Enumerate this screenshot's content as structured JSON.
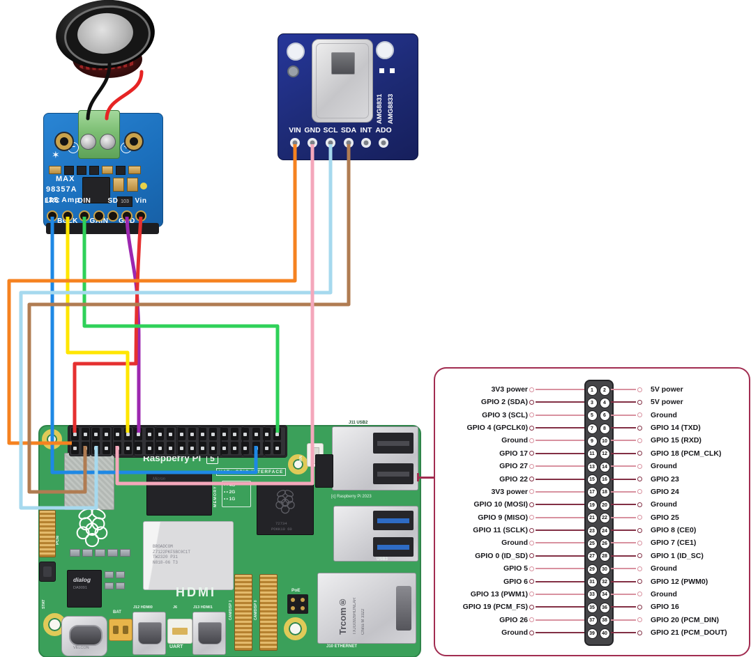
{
  "amp": {
    "title_lines": [
      "MAX",
      "98357A",
      "I2S Amp"
    ],
    "pins": [
      "LRC",
      "BCLK",
      "DIN",
      "GAIN",
      "SD",
      "GND",
      "Vin"
    ],
    "minus": "−",
    "plus": "+",
    "logo_star": "✶",
    "smd_code": "103",
    "board_color": "#1b6fbc"
  },
  "amg": {
    "chip_labels": [
      "AMG8831",
      "AMG8833"
    ],
    "pins": [
      "VIN",
      "GND",
      "SCL",
      "SDA",
      "INT",
      "ADO"
    ],
    "board_color": "#1d2a74"
  },
  "pi": {
    "title": "Raspberry Pi",
    "version": "5",
    "hat_label": "HAT+ GPIO INTERFACE",
    "memory_label": "MEMORY",
    "memory_options": [
      "4G",
      "2G",
      "1G"
    ],
    "soc_lines": [
      "BROADCOM",
      "Z7122PKFSBC0C1T",
      "TW2320 P31",
      "N818-06 T3"
    ],
    "pmic_brand": "dialog",
    "pmic_part": "DA9091",
    "ram_brand": "Micron",
    "rp1_lines": [
      "72734",
      "POKK10 60"
    ],
    "copyright": "[c] Raspberry Pi 2023",
    "hdmi_logo": "HDMI",
    "eth_jack_lines": [
      "Trcom®",
      "TXJG0926HDNLAR",
      "China M 3322"
    ],
    "usbc_brand": "VELCON",
    "silk": {
      "usb2": "J11   USB2",
      "usb3": "USB3",
      "fan": "FAN",
      "pcie": "PCIe",
      "stat": "STAT",
      "bat": "BAT",
      "hdmi0": "J12  HDMI0",
      "j6": "J6",
      "uart": "UART",
      "hdmi1": "J13  HDMI1",
      "poe": "PoE",
      "eth": "J10      ETHERNET",
      "cam1": "CAM/DISP 1",
      "cam0": "CAM/DISP 0"
    },
    "board_color": "#3ba05a"
  },
  "pinout": {
    "accent": "#a12c50",
    "line_light": "#d8919f",
    "line_dark": "#822f44",
    "rows": [
      {
        "left": "3V3 power",
        "lpin": "1",
        "rpin": "2",
        "right": "5V power"
      },
      {
        "left": "GPIO 2 (SDA)",
        "lpin": "3",
        "rpin": "4",
        "right": "5V power"
      },
      {
        "left": "GPIO 3 (SCL)",
        "lpin": "5",
        "rpin": "6",
        "right": "Ground"
      },
      {
        "left": "GPIO 4 (GPCLK0)",
        "lpin": "7",
        "rpin": "8",
        "right": "GPIO 14 (TXD)"
      },
      {
        "left": "Ground",
        "lpin": "9",
        "rpin": "10",
        "right": "GPIO 15 (RXD)"
      },
      {
        "left": "GPIO 17",
        "lpin": "11",
        "rpin": "12",
        "right": "GPIO 18 (PCM_CLK)"
      },
      {
        "left": "GPIO 27",
        "lpin": "13",
        "rpin": "14",
        "right": "Ground"
      },
      {
        "left": "GPIO 22",
        "lpin": "15",
        "rpin": "16",
        "right": "GPIO 23"
      },
      {
        "left": "3V3 power",
        "lpin": "17",
        "rpin": "18",
        "right": "GPIO 24"
      },
      {
        "left": "GPIO 10 (MOSI)",
        "lpin": "19",
        "rpin": "20",
        "right": "Ground"
      },
      {
        "left": "GPIO 9 (MISO)",
        "lpin": "21",
        "rpin": "22",
        "right": "GPIO 25"
      },
      {
        "left": "GPIO 11 (SCLK)",
        "lpin": "23",
        "rpin": "24",
        "right": "GPIO 8 (CE0)"
      },
      {
        "left": "Ground",
        "lpin": "25",
        "rpin": "26",
        "right": "GPIO 7 (CE1)"
      },
      {
        "left": "GPIO 0 (ID_SD)",
        "lpin": "27",
        "rpin": "28",
        "right": "GPIO 1 (ID_SC)"
      },
      {
        "left": "GPIO 5",
        "lpin": "29",
        "rpin": "30",
        "right": "Ground"
      },
      {
        "left": "GPIO 6",
        "lpin": "31",
        "rpin": "32",
        "right": "GPIO 12 (PWM0)"
      },
      {
        "left": "GPIO 13 (PWM1)",
        "lpin": "33",
        "rpin": "34",
        "right": "Ground"
      },
      {
        "left": "GPIO 19 (PCM_FS)",
        "lpin": "35",
        "rpin": "36",
        "right": "GPIO 16"
      },
      {
        "left": "GPIO 26",
        "lpin": "37",
        "rpin": "38",
        "right": "GPIO 20 (PCM_DIN)"
      },
      {
        "left": "Ground",
        "lpin": "39",
        "rpin": "40",
        "right": "GPIO 21 (PCM_DOUT)"
      }
    ]
  },
  "wires": [
    {
      "name": "speaker-negative",
      "color": "#101010",
      "from": "speaker −",
      "to": "amp terminal −"
    },
    {
      "name": "speaker-positive",
      "color": "#e62424",
      "from": "speaker +",
      "to": "amp terminal +"
    },
    {
      "name": "amp-lrc",
      "color": "#1e88e5",
      "from": "MAX98357A LRC",
      "to": "pin 35 GPIO 19 (PCM_FS)"
    },
    {
      "name": "amp-bclk",
      "color": "#ffe600",
      "from": "MAX98357A BCLK",
      "to": "pin 12 GPIO 18 (PCM_CLK)"
    },
    {
      "name": "amp-din",
      "color": "#2fd159",
      "from": "MAX98357A DIN",
      "to": "pin 40 GPIO 21 (PCM_DOUT)"
    },
    {
      "name": "amp-gnd",
      "color": "#9c27b0",
      "from": "MAX98357A GND",
      "to": "pin 14 Ground"
    },
    {
      "name": "amp-vin",
      "color": "#e53030",
      "from": "MAX98357A Vin",
      "to": "pin 2 5V power"
    },
    {
      "name": "amg-vin",
      "color": "#f58220",
      "from": "AMG8833 VIN",
      "to": "pin 1 3V3 power"
    },
    {
      "name": "amg-gnd",
      "color": "#f4a7bb",
      "from": "AMG8833 GND",
      "to": "pin 9 Ground"
    },
    {
      "name": "amg-scl",
      "color": "#a6d9ee",
      "from": "AMG8833 SCL",
      "to": "pin 5 GPIO 3 (SCL)"
    },
    {
      "name": "amg-sda",
      "color": "#b07c52",
      "from": "AMG8833 SDA",
      "to": "pin 3 GPIO 2 (SDA)"
    }
  ]
}
